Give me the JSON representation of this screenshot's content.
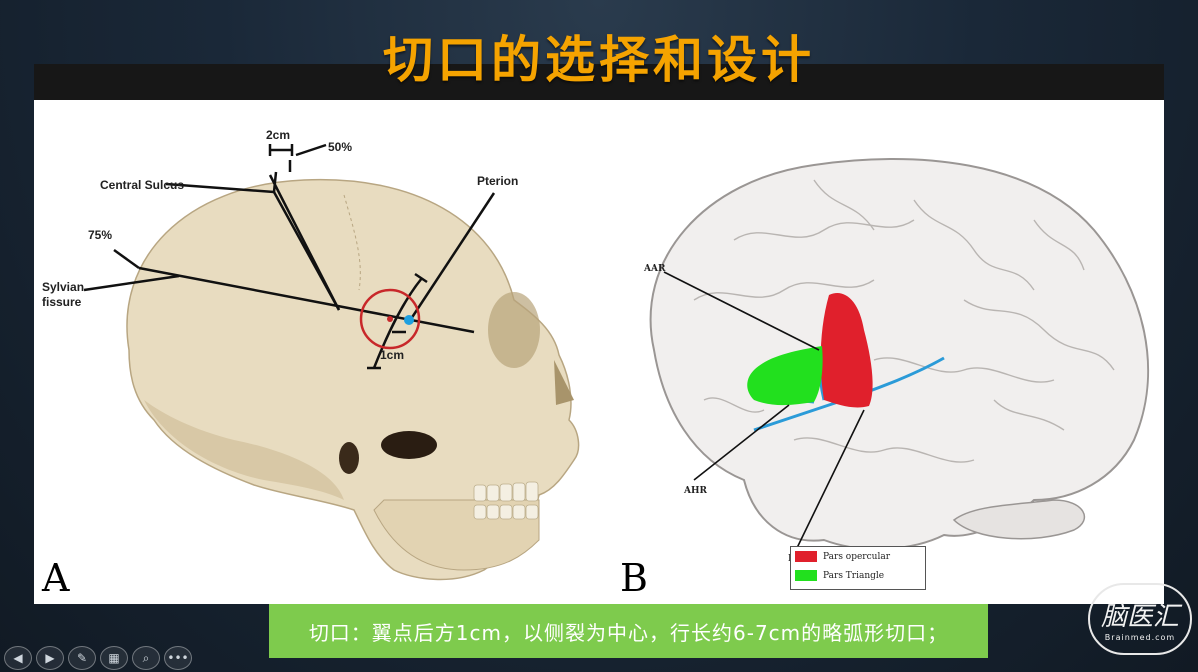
{
  "slide": {
    "title": "切口的选择和设计",
    "caption": "切口：翼点后方1cm，以侧裂为中心，行长约6-7cm的略弧形切口；"
  },
  "panel_a": {
    "letter": "A",
    "labels": {
      "two_cm": "2cm",
      "fifty_pct": "50%",
      "central_sulcus": "Central Sulcus",
      "seventy_five_pct": "75%",
      "sylvian_line1": "Sylvian",
      "sylvian_line2": "fissure",
      "pterion": "Pterion",
      "one_cm": "1cm"
    }
  },
  "panel_b": {
    "letter": "B",
    "labels": {
      "aar": "AAR",
      "ahr": "AHR",
      "pr": "PR"
    },
    "legend": [
      {
        "label": "Pars opercular",
        "color": "#e0202c"
      },
      {
        "label": "Pars Triangle",
        "color": "#22e01e"
      }
    ]
  },
  "colors": {
    "title": "#f5a300",
    "caption_bg": "#7ecb4d",
    "pars_opercular": "#e0202c",
    "pars_triangle": "#22e01e",
    "sylvian_blue": "#2b9bd8"
  },
  "logo": {
    "text": "脑医汇",
    "sub": "Brainmed.com"
  },
  "toolbar": {
    "buttons": [
      {
        "icon": "previous-icon",
        "glyph": "◀"
      },
      {
        "icon": "next-icon",
        "glyph": "▶"
      },
      {
        "icon": "pen-icon",
        "glyph": "✎"
      },
      {
        "icon": "slides-icon",
        "glyph": "▦"
      },
      {
        "icon": "zoom-icon",
        "glyph": "⌕"
      },
      {
        "icon": "more-icon",
        "glyph": "•••"
      }
    ]
  }
}
